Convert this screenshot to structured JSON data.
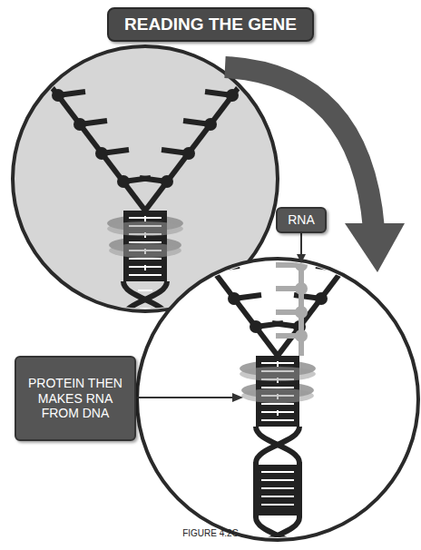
{
  "diagram": {
    "title": "READING THE GENE",
    "caption": "FIGURE 4.2C",
    "nodes": [
      {
        "text": [
          "RNA"
        ]
      },
      {
        "text": [
          "PROTEIN THEN MAKES RNA FROM DNA"
        ]
      }
    ]
  }
}
